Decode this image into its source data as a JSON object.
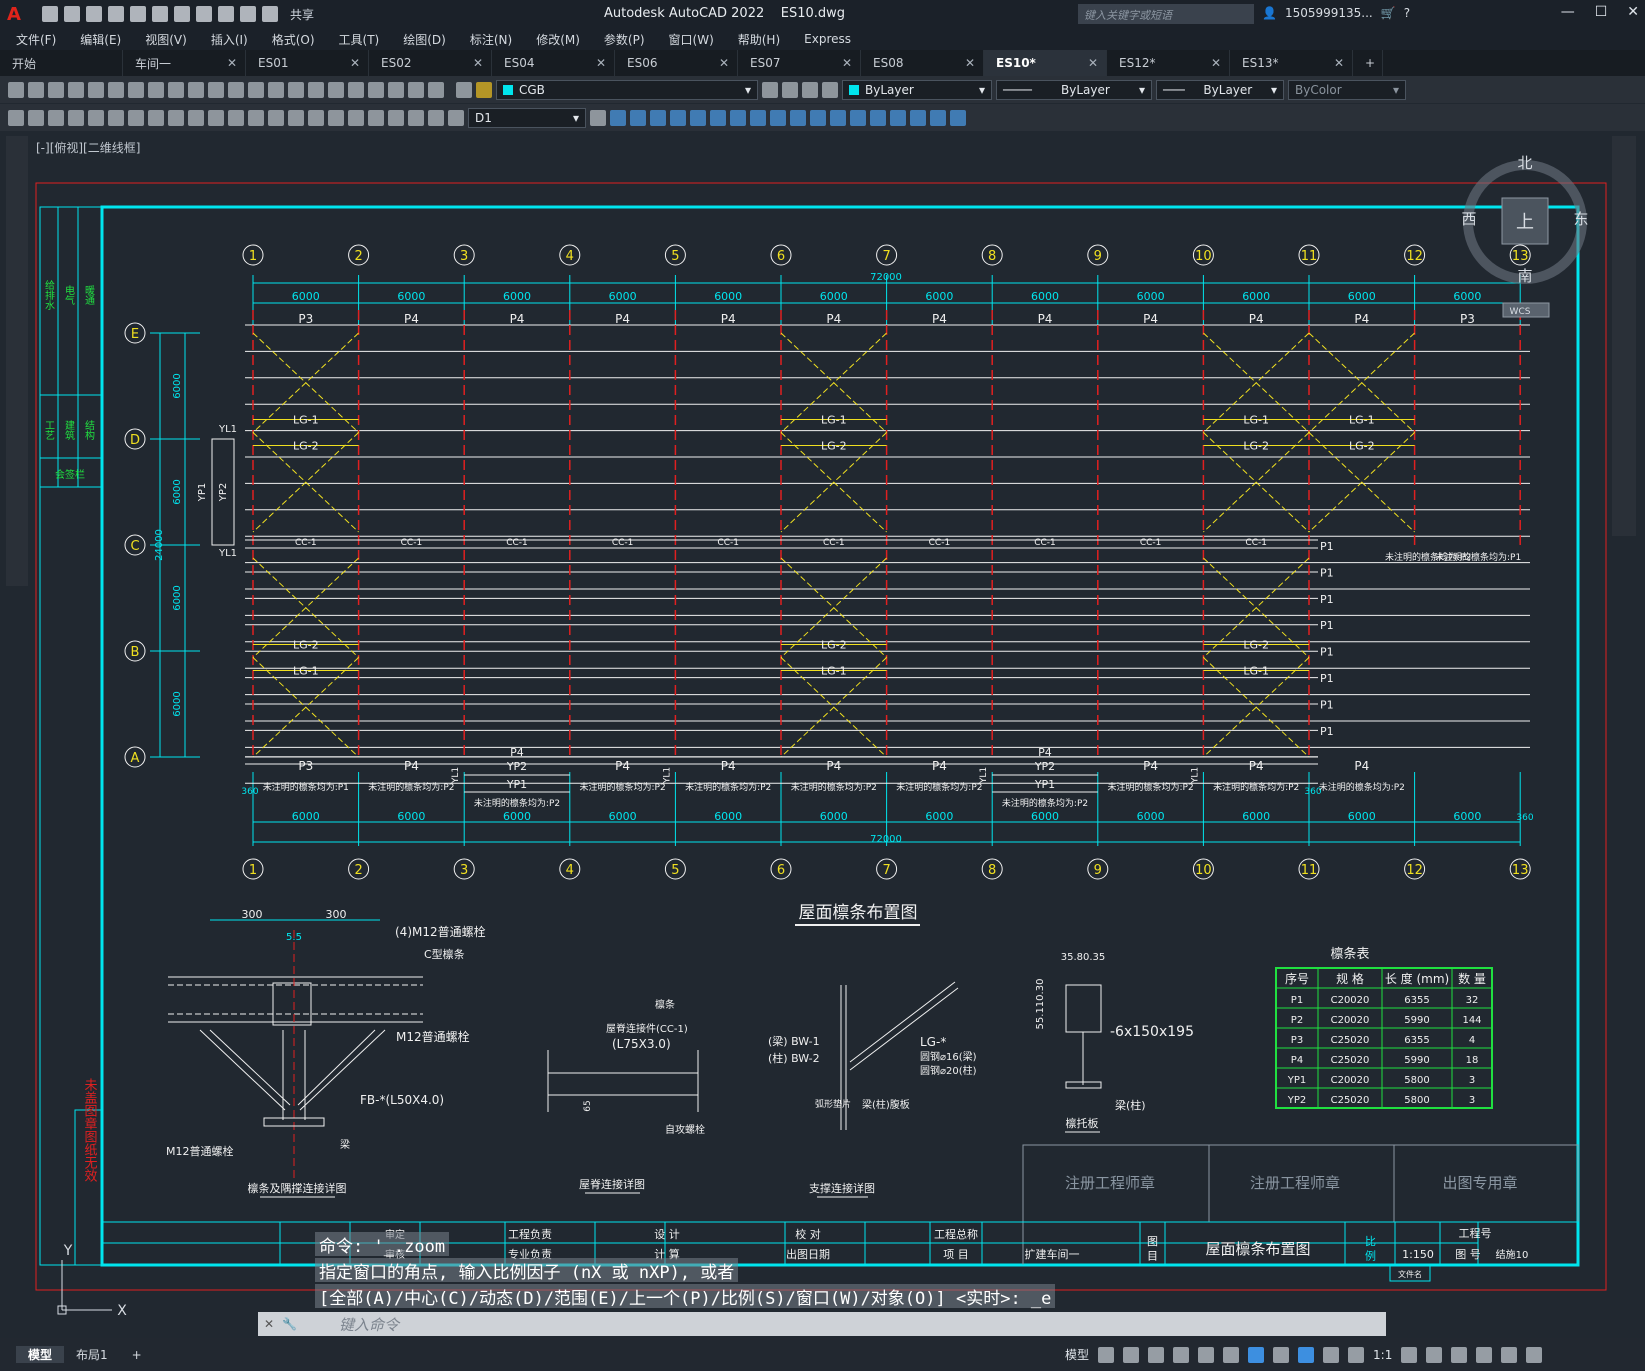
{
  "app": {
    "logo": "A",
    "title": "Autodesk AutoCAD 2022",
    "filename": "ES10.dwg",
    "share_label": "共享",
    "search_placeholder": "键入关键字或短语",
    "user": "1505999135...",
    "accent": "#e0241b"
  },
  "menu": [
    "文件(F)",
    "编辑(E)",
    "视图(V)",
    "插入(I)",
    "格式(O)",
    "工具(T)",
    "绘图(D)",
    "标注(N)",
    "修改(M)",
    "参数(P)",
    "窗口(W)",
    "帮助(H)",
    "Express"
  ],
  "tabs": [
    {
      "label": "开始",
      "active": false
    },
    {
      "label": "车间一",
      "active": false
    },
    {
      "label": "ES01",
      "active": false
    },
    {
      "label": "ES02",
      "active": false
    },
    {
      "label": "ES04",
      "active": false
    },
    {
      "label": "ES06",
      "active": false
    },
    {
      "label": "ES07",
      "active": false
    },
    {
      "label": "ES08",
      "active": false
    },
    {
      "label": "ES10*",
      "active": true
    },
    {
      "label": "ES12*",
      "active": false
    },
    {
      "label": "ES13*",
      "active": false
    }
  ],
  "toolbar": {
    "layer": "CGB",
    "color": "ByLayer",
    "linetype": "ByLayer",
    "lineweight": "ByLayer",
    "plotstyle": "ByColor",
    "dimstyle": "D1"
  },
  "viewport": {
    "label": "[-][俯视][二维线框]",
    "compass": {
      "n": "北",
      "s": "南",
      "e": "东",
      "w": "西",
      "top": "上",
      "wcs": "WCS"
    }
  },
  "plan": {
    "grid_cols": [
      "1",
      "2",
      "3",
      "4",
      "5",
      "6",
      "7",
      "8",
      "9",
      "10",
      "11",
      "12",
      "13"
    ],
    "grid_rows": [
      "E",
      "D",
      "C",
      "B",
      "A"
    ],
    "bay_dim": "6000",
    "total_dim": "72000",
    "row_dims": [
      "6000",
      "6000",
      "6000",
      "6000"
    ],
    "total_row_dim": "24000",
    "top_purlins": [
      "P3",
      "P4",
      "P4",
      "P4",
      "P4",
      "P4",
      "P4",
      "P4",
      "P4",
      "P4",
      "P4",
      "P3"
    ],
    "bottom_purlins": [
      "P3",
      "P4",
      "P4",
      "P4",
      "P4",
      "P4",
      "P4",
      "P4",
      "P4",
      "P4",
      "P3"
    ],
    "lg1": "LG-1",
    "lg2": "LG-2",
    "cc1": "CC-1",
    "yl1": "YL1",
    "yp1": "YP1",
    "yp2": "YP2",
    "p1": "P1",
    "note_p1": "未注明的檩条均为:P1",
    "note_p2": "未注明的檩条均为:P2",
    "dim_360": "360",
    "title": "屋面檩条布置图"
  },
  "details": {
    "d1": {
      "title": "檩条及隅撑连接详图",
      "dim1": "300",
      "dim2": "300",
      "dim3": "5.5",
      "bolt": "(4)M12普通螺栓",
      "purlin": "C型檩条",
      "bolt2": "M12普通螺栓",
      "fb": "FB-*(L50X4.0)",
      "bolt3": "M12普通螺栓",
      "beam": "梁"
    },
    "d2": {
      "title": "屋脊连接详图",
      "tie": "屋脊连接件(CC-1)",
      "angle": "(L75X3.0)",
      "purlin": "檩条",
      "bolt": "自攻螺栓",
      "dim": "65"
    },
    "d3": {
      "title": "支撑连接详图",
      "bw1": "(梁) BW-1",
      "bw2": "(柱) BW-2",
      "lg": "LG-*",
      "r16": "圆钢⌀16(梁)",
      "r20": "圆钢⌀20(柱)",
      "washer": "弧形垫片",
      "web": "梁(柱)腹板"
    },
    "d4": {
      "title": "檩托板",
      "dims": "35.80.35",
      "vdims": "55.110.30",
      "plate": "-6x150x195",
      "beam": "梁(柱)"
    }
  },
  "purlin_table": {
    "title": "檩条表",
    "headers": [
      "序号",
      "规 格",
      "长 度 (mm)",
      "数 量"
    ],
    "rows": [
      [
        "P1",
        "C20020",
        "6355",
        "32"
      ],
      [
        "P2",
        "C20020",
        "5990",
        "144"
      ],
      [
        "P3",
        "C25020",
        "6355",
        "4"
      ],
      [
        "P4",
        "C25020",
        "5990",
        "18"
      ],
      [
        "YP1",
        "C20020",
        "5800",
        "3"
      ],
      [
        "YP2",
        "C25020",
        "5800",
        "3"
      ]
    ]
  },
  "stamps": [
    "注册工程师章",
    "注册工程师章",
    "出图专用章"
  ],
  "left_table": {
    "top": [
      "给排水",
      "电气",
      "暖通"
    ],
    "mid": [
      "工艺",
      "建筑",
      "结构"
    ],
    "bot": "会签栏",
    "invalid": "未盖图章图纸无效"
  },
  "titleblock": {
    "review": "审定",
    "check": "审核",
    "eng_lead": "工程负责",
    "pro_lead": "专业负责",
    "design": "设 计",
    "calc": "计 算",
    "proof": "校 对",
    "date": "出图日期",
    "project_label": "工程总称",
    "item_label": "项 目",
    "item": "扩建车间一",
    "figure_label": "图 目",
    "figure_name": "屋面檩条布置图",
    "scale_label": "比 例",
    "scale": "1:150",
    "proj_no_label": "工程号",
    "drawing_no_label": "图 号",
    "drawing_no": "结施10",
    "file_label": "文件名"
  },
  "command": {
    "line1": "命令: '_.zoom",
    "line2": "指定窗口的角点, 输入比例因子 (nX 或 nXP), 或者",
    "line3": "[全部(A)/中心(C)/动态(D)/范围(E)/上一个(P)/比例(S)/窗口(W)/对象(O)] <实时>: _e",
    "placeholder": "键入命令"
  },
  "status": {
    "tabs": [
      "模型",
      "布局1"
    ],
    "model": "模型",
    "scale": "1:1"
  },
  "colors": {
    "cyan": "#00e5ee",
    "yellow": "#f0e020",
    "red": "#e02020",
    "white": "#f0f0f0",
    "green": "#20e040"
  }
}
